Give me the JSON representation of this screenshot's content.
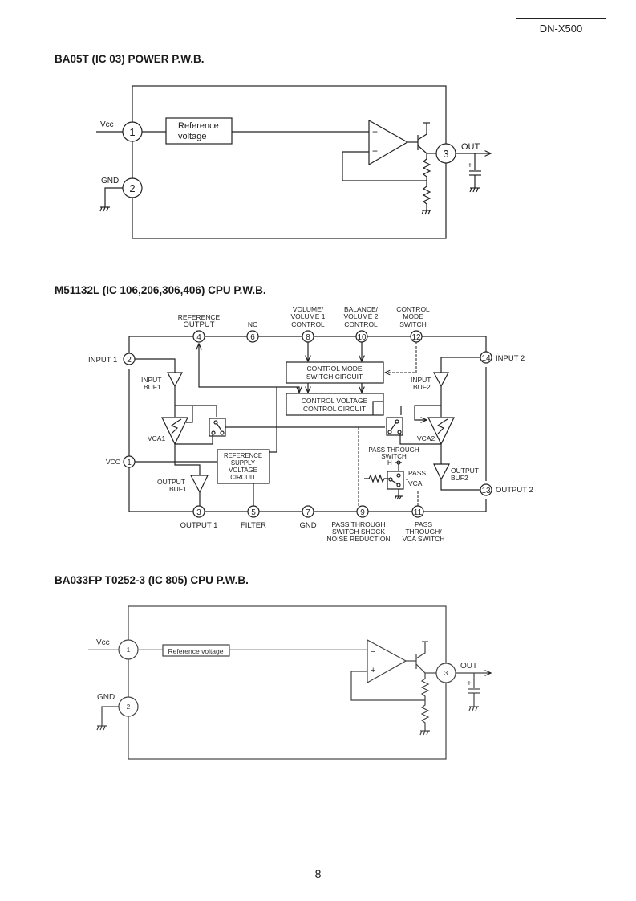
{
  "header": {
    "model": "DN-X500"
  },
  "sections": [
    {
      "title": "BA05T (IC 03) POWER P.W.B.",
      "pins": [
        {
          "num": "1",
          "label": "Vcc"
        },
        {
          "num": "2",
          "label": "GND"
        },
        {
          "num": "3",
          "label": "OUT"
        }
      ],
      "blocks": {
        "reference": [
          "Reference",
          "voltage"
        ]
      },
      "opamp": {
        "minus": "−",
        "plus": "+"
      },
      "cap_polarity": "+"
    },
    {
      "title": "M51132L (IC 106,206,306,406) CPU P.W.B.",
      "pins": [
        {
          "num": "1",
          "label": "VCC"
        },
        {
          "num": "2",
          "label": "INPUT 1"
        },
        {
          "num": "3",
          "label": "OUTPUT 1"
        },
        {
          "num": "4",
          "label": [
            "REFERENCE",
            "OUTPUT"
          ]
        },
        {
          "num": "5",
          "label": "FILTER"
        },
        {
          "num": "6",
          "label": "NC"
        },
        {
          "num": "7",
          "label": "GND"
        },
        {
          "num": "8",
          "label": [
            "VOLUME/",
            "VOLUME 1",
            "CONTROL"
          ]
        },
        {
          "num": "9",
          "label": [
            "PASS  THROUGH",
            "SWITCH  SHOCK",
            "NOISE REDUCTION"
          ]
        },
        {
          "num": "10",
          "label": [
            "BALANCE/",
            "VOLUME 2",
            "CONTROL"
          ]
        },
        {
          "num": "11",
          "label": [
            "PASS",
            "THROUGH/",
            "VCA  SWITCH"
          ]
        },
        {
          "num": "12",
          "label": [
            "CONTROL",
            "MODE",
            "SWITCH"
          ]
        },
        {
          "num": "13",
          "label": "OUTPUT  2"
        },
        {
          "num": "14",
          "label": "INPUT  2"
        }
      ],
      "blocks": {
        "control_mode": [
          "CONTROL  MODE",
          "SWITCH CIRCUIT"
        ],
        "control_voltage": [
          "CONTROL  VOLTAGE",
          "CONTROL CIRCUIT"
        ],
        "reference_supply": [
          "REFERENCE",
          "SUPPLY",
          "VOLTAGE",
          "CIRCUIT"
        ]
      },
      "components": {
        "input_buf1": [
          "INPUT",
          "BUF1"
        ],
        "input_buf2": [
          "INPUT",
          "BUF2"
        ],
        "output_buf1": [
          "OUTPUT",
          "BUF1"
        ],
        "output_buf2": [
          "OUTPUT",
          "BUF2"
        ],
        "vca1": "VCA1",
        "vca2": "VCA2",
        "pass_through_switch": [
          "PASS THROUGH",
          "SWITCH"
        ],
        "h_label": "H",
        "pass_label": "PASS",
        "vca_label": "VCA"
      }
    },
    {
      "title": "BA033FP T0252-3 (IC 805) CPU P.W.B.",
      "pins": [
        {
          "num": "1",
          "label": "Vcc"
        },
        {
          "num": "2",
          "label": "GND"
        },
        {
          "num": "3",
          "label": "OUT"
        }
      ],
      "blocks": {
        "reference": "Reference voltage"
      },
      "opamp": {
        "minus": "−",
        "plus": "+"
      },
      "cap_polarity": "+"
    }
  ],
  "footer": {
    "page_number": "8"
  }
}
